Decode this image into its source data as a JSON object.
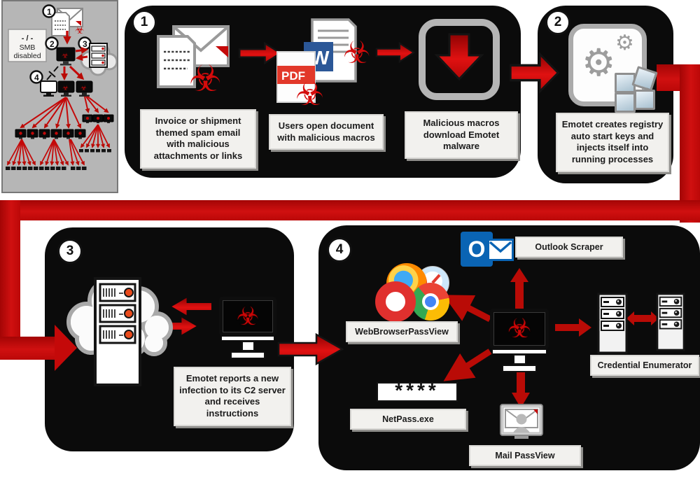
{
  "colors": {
    "flow_red": "#c40909",
    "stage_black": "#0b0b0b",
    "label_bg": "#f2f1ee",
    "panel_gray": "#b6b6b6",
    "outlook_blue": "#0a64b4",
    "pdf_red": "#e2382a",
    "word_blue": "#2b5797"
  },
  "icons": {
    "biohazard": "☣",
    "gear": "⚙"
  },
  "overview_panel": {
    "steps": [
      "1",
      "2",
      "3",
      "4"
    ],
    "smb_box": {
      "line1": "- / -",
      "line2": "SMB",
      "line3": "disabled"
    }
  },
  "stage1": {
    "number": "1",
    "spam_label": "Invoice or shipment themed spam email with malicious attachments or links",
    "open_label": "Users open document with malicious macros",
    "macro_label": "Malicious macros download Emotet malware",
    "word_letter": "W",
    "pdf_text": "PDF"
  },
  "stage2": {
    "number": "2",
    "label": "Emotet creates registry auto start keys and injects itself into running processes"
  },
  "stage3": {
    "number": "3",
    "label": "Emotet reports a new infection to its C2 server and receives instructions"
  },
  "stage4": {
    "number": "4",
    "browser_tool": "WebBrowserPassView",
    "outlook_tool": "Outlook Scraper",
    "outlook_letter": "O",
    "credential_tool": "Credential Enumerator",
    "netpass_tool": "NetPass.exe",
    "mailpass_tool": "Mail PassView",
    "password_mask": "****"
  }
}
